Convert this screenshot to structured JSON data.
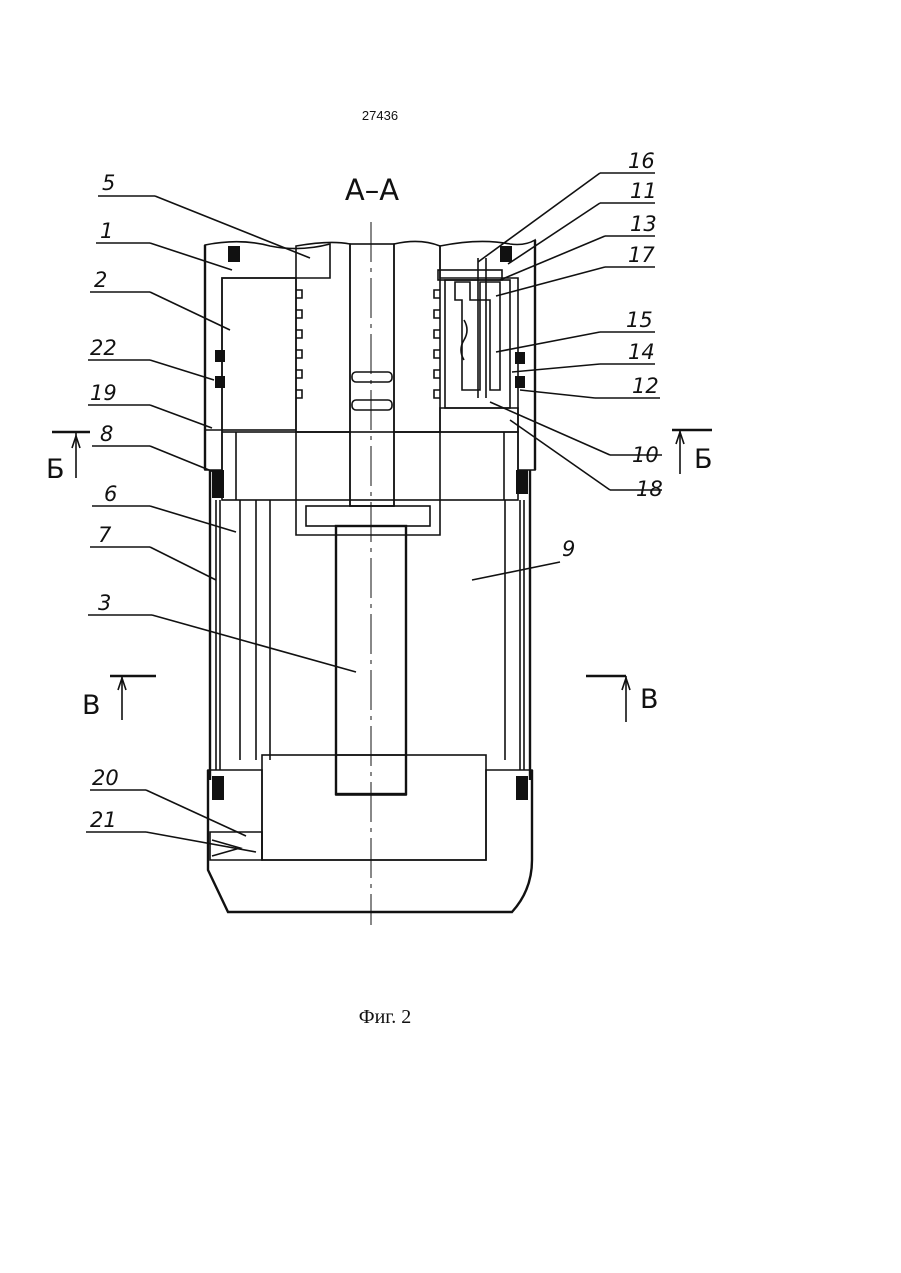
{
  "page_number": "27436",
  "section_title": "А–А",
  "figure_caption": "Фиг. 2",
  "section_marks": {
    "b_left": "Б",
    "b_right": "Б",
    "v_left": "В",
    "v_right": "В"
  },
  "callouts_left": [
    "5",
    "1",
    "2",
    "22",
    "19",
    "8",
    "6",
    "7",
    "3",
    "20",
    "21"
  ],
  "callouts_right": [
    "16",
    "11",
    "13",
    "17",
    "15",
    "14",
    "12",
    "10",
    "18"
  ],
  "callouts_inner": [
    "9"
  ],
  "colors": {
    "ink": "#111111",
    "paper": "#ffffff"
  }
}
